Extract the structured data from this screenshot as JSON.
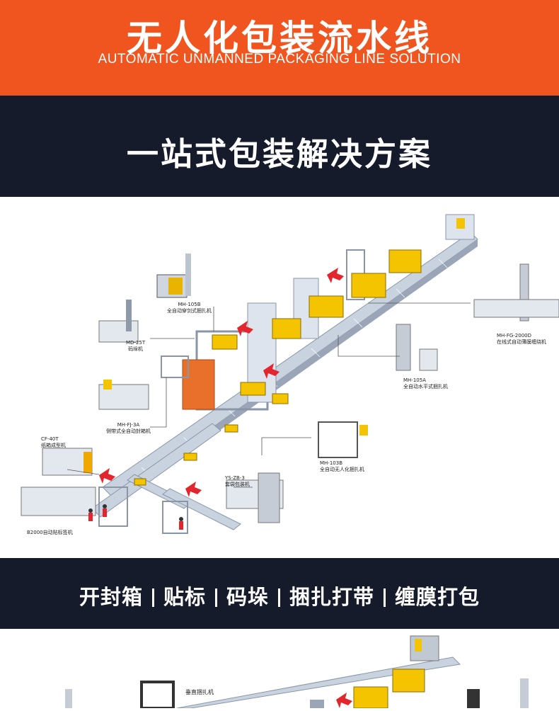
{
  "hero": {
    "title": "无人化包装流水线",
    "subtitle": "AUTOMATIC UNMANNED PACKAGING LINE SOLUTION"
  },
  "section1": {
    "title": "一站式包装解决方案"
  },
  "diagram": {
    "machines": [
      {
        "model": "MH-105B",
        "name": "全自动穿剑式捆扎机"
      },
      {
        "model": "MD-25T",
        "name": "码垛机"
      },
      {
        "model": "MH-FJ-3A",
        "name": "侧带式全自动封箱机"
      },
      {
        "model": "CF-40T",
        "name": "纸箱成型机"
      },
      {
        "model": "B2000自动贴标签机",
        "name": ""
      },
      {
        "model": "YS-ZB-3",
        "name": "套袋包装机"
      },
      {
        "model": "MH-103B",
        "name": "全自动无人化捆扎机"
      },
      {
        "model": "MH-105A",
        "name": "全自动水平式捆扎机"
      },
      {
        "model": "MH-FG-2000D",
        "name": "在线式自动薄膜缠绕机"
      }
    ],
    "colors": {
      "accent": "#f0551f",
      "box": "#f5c400",
      "line": "#c9d3e0",
      "arrow": "#e3262d"
    }
  },
  "section2": {
    "steps": [
      "开封箱",
      "贴标",
      "码垛",
      "捆扎打带",
      "缠膜打包"
    ]
  },
  "preview": {
    "label": "垂直捆扎机"
  }
}
